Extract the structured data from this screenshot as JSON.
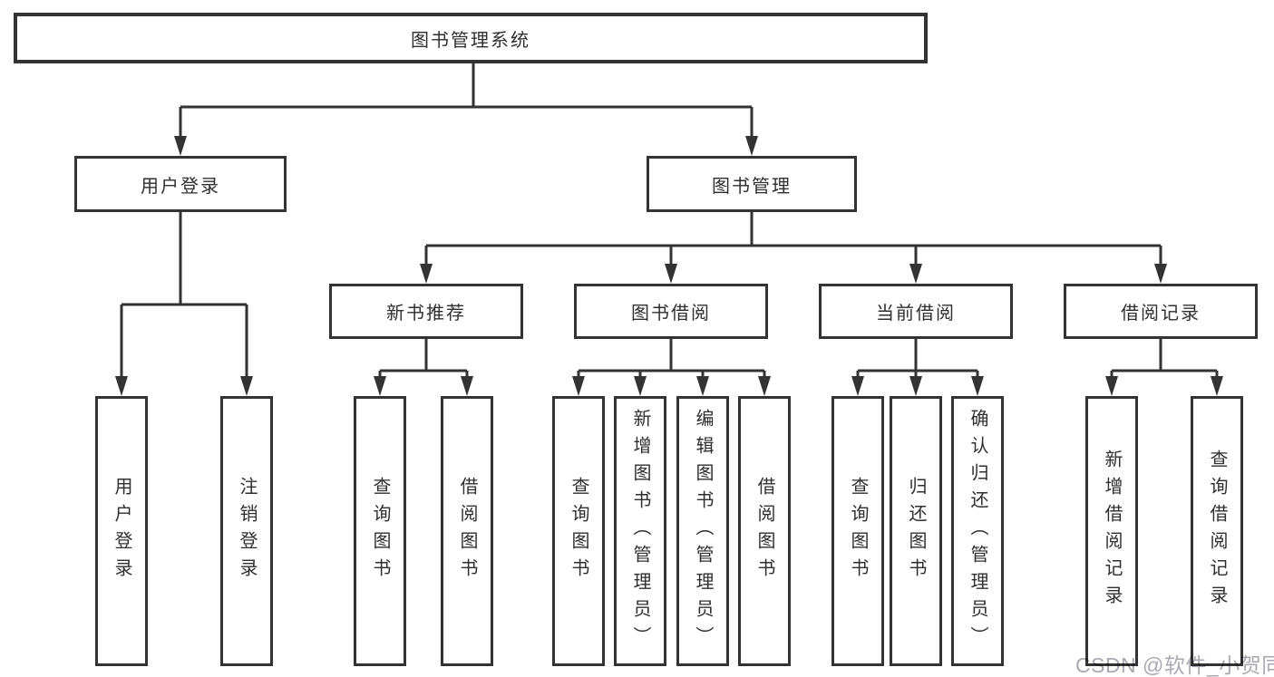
{
  "diagram": {
    "root": {
      "label": "图书管理系统"
    },
    "branches": [
      {
        "label": "用户登录",
        "leaves": [
          "用户登录",
          "注销登录"
        ]
      },
      {
        "label": "图书管理",
        "sections": [
          {
            "label": "新书推荐",
            "leaves": [
              "查询图书",
              "借阅图书"
            ]
          },
          {
            "label": "图书借阅",
            "leaves": [
              "查询图书",
              "新增图书（管理员）",
              "编辑图书（管理员）",
              "借阅图书"
            ]
          },
          {
            "label": "当前借阅",
            "leaves": [
              "查询图书",
              "归还图书",
              "确认归还（管理员）"
            ]
          },
          {
            "label": "借阅记录",
            "leaves": [
              "新增借阅记录",
              "查询借阅记录"
            ]
          }
        ]
      }
    ]
  },
  "watermark": {
    "text": "CSDN @软件_小贺同学"
  },
  "colors": {
    "line": "#333333",
    "text": "#2f2f2f",
    "background": "#ffffff",
    "watermark": "#a9a9b3"
  }
}
